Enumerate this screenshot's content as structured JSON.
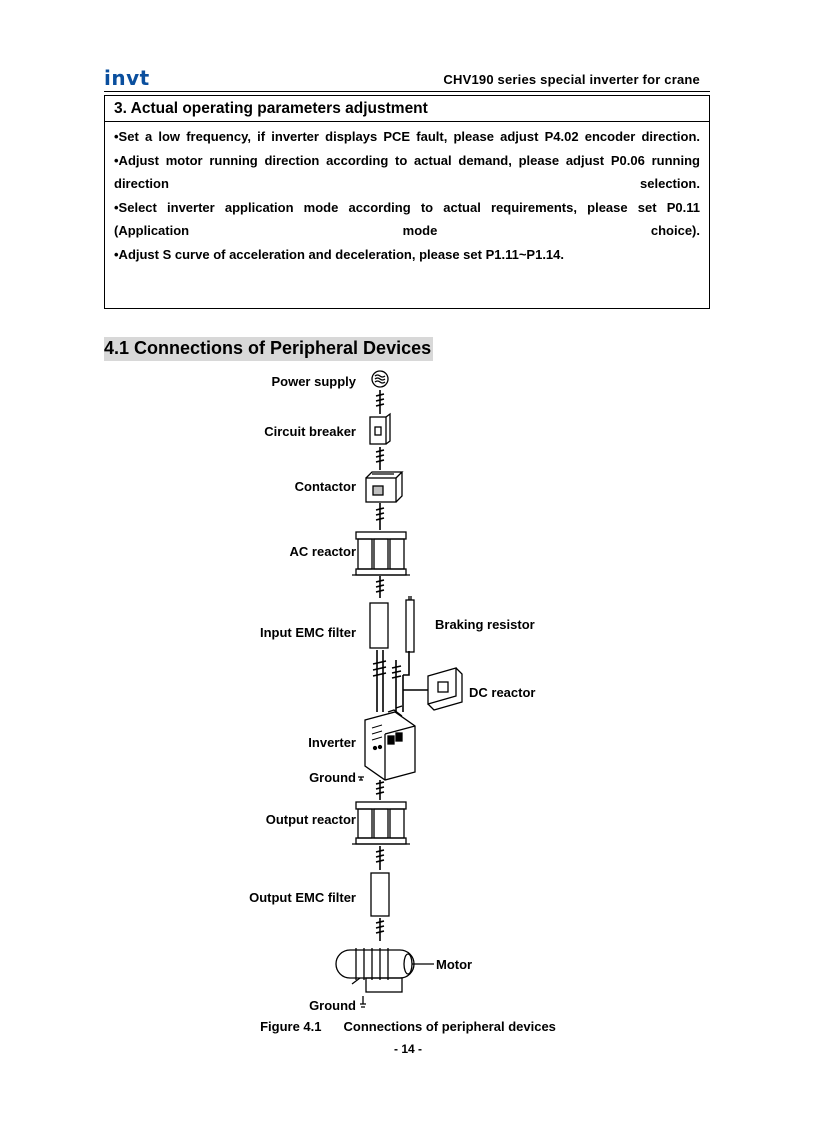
{
  "header": {
    "logo": "invt",
    "doc_title": "CHV190 series special inverter for crane"
  },
  "box": {
    "title": "3. Actual operating parameters adjustment",
    "items": [
      "•Set a low frequency, if inverter displays PCE fault, please adjust P4.02 encoder direction.",
      "•Adjust motor running direction according to actual demand, please adjust P0.06 running direction selection.",
      "•Select inverter application mode according to actual requirements, please set P0.11 (Application mode choice).",
      "•Adjust S curve of acceleration and deceleration, please set P1.11~P1.14."
    ]
  },
  "section_title": "4.1 Connections of Peripheral Devices",
  "diagram": {
    "power_supply": "Power supply",
    "circuit_breaker": "Circuit breaker",
    "contactor": "Contactor",
    "ac_reactor": "AC reactor",
    "input_emc_filter": "Input EMC filter",
    "braking_resistor": "Braking resistor",
    "dc_reactor": "DC reactor",
    "inverter": "Inverter",
    "ground_1": "Ground",
    "output_reactor": "Output reactor",
    "output_emc_filter": "Output EMC filter",
    "motor": "Motor",
    "ground_2": "Ground"
  },
  "caption": {
    "figure_no": "Figure 4.1",
    "text": "Connections of peripheral devices"
  },
  "page_number": "- 14 -"
}
